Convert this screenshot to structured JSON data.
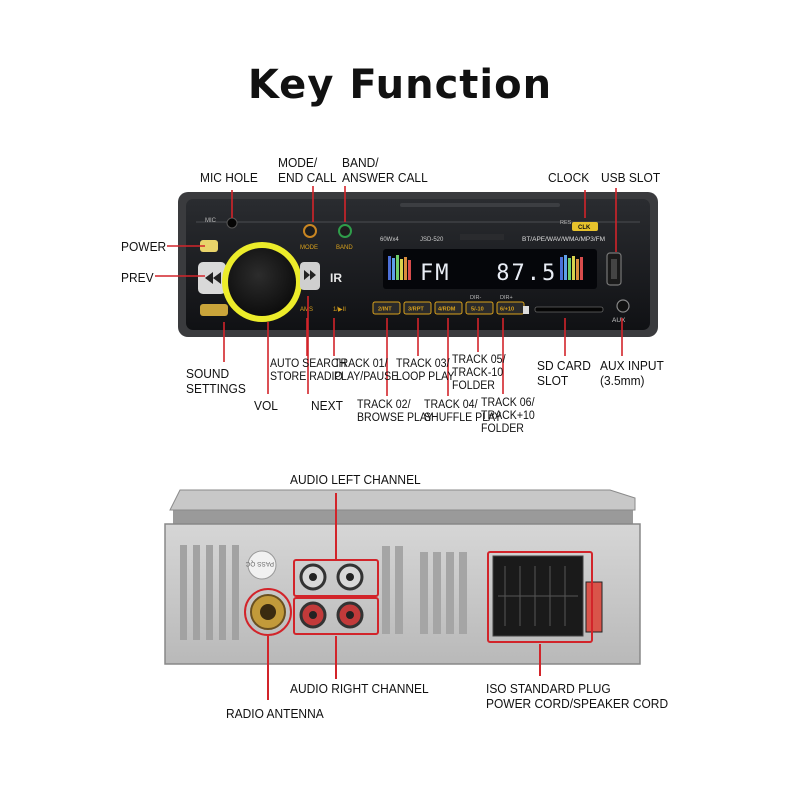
{
  "title": "Key Function",
  "front": {
    "labels": {
      "mic_hole": "MIC HOLE",
      "mode": [
        "MODE/",
        "END CALL"
      ],
      "band": [
        "BAND/",
        "ANSWER CALL"
      ],
      "clock": "CLOCK",
      "usb_slot": "USB SLOT",
      "power": "POWER",
      "prev": "PREV",
      "sound_settings": [
        "SOUND",
        "SETTINGS"
      ],
      "vol": "VOL",
      "auto_search": [
        "AUTO SEARCH",
        "STORE RADIO"
      ],
      "next": "NEXT",
      "track01": [
        "TRACK 01/",
        "PLAY/PAUSE"
      ],
      "track02": [
        "TRACK 02/",
        "BROWSE PLAY"
      ],
      "track03": [
        "TRACK 03/",
        "LOOP PLAY"
      ],
      "track04": [
        "TRACK 04/",
        "SHUFFLE PLAY"
      ],
      "track05": [
        "TRACK 05/",
        "TRACK-10",
        "FOLDER"
      ],
      "track06": [
        "TRACK 06/",
        "TRACK+10",
        "FOLDER"
      ],
      "sd_card": [
        "SD CARD",
        "SLOT"
      ],
      "aux_input": [
        "AUX INPUT",
        "(3.5mm)"
      ]
    },
    "device_text": {
      "mic": "MIC",
      "res": "RES",
      "clk": "CLK",
      "mode_btn": "MODE",
      "band_btn": "BAND",
      "power_rating": "60Wx4",
      "model": "JSD-520",
      "formats": "BT/APE/WAV/WMA/MP3/FM",
      "display": "FM   87.5",
      "ams": "AMS",
      "play_btn": "1/▶II",
      "btn2": "2/INT",
      "btn3": "3/RPT",
      "btn4": "4/RDM",
      "btn5": "5/-10",
      "btn6": "6/+10",
      "dir_minus": "DIR-",
      "dir_plus": "DIR+",
      "aux": "AUX"
    }
  },
  "rear": {
    "labels": {
      "audio_left": "AUDIO LEFT CHANNEL",
      "audio_right": "AUDIO RIGHT CHANNEL",
      "radio_antenna": "RADIO ANTENNA",
      "iso_plug": [
        "ISO STANDARD PLUG",
        "POWER CORD/SPEAKER CORD"
      ]
    },
    "device_text": {
      "pass_qc": "PASS QC"
    }
  },
  "colors": {
    "callout": "#d2242a",
    "knob_ring": "#e8e520",
    "display_text": "#e9edf5",
    "button_gold": "#d8a11c"
  }
}
